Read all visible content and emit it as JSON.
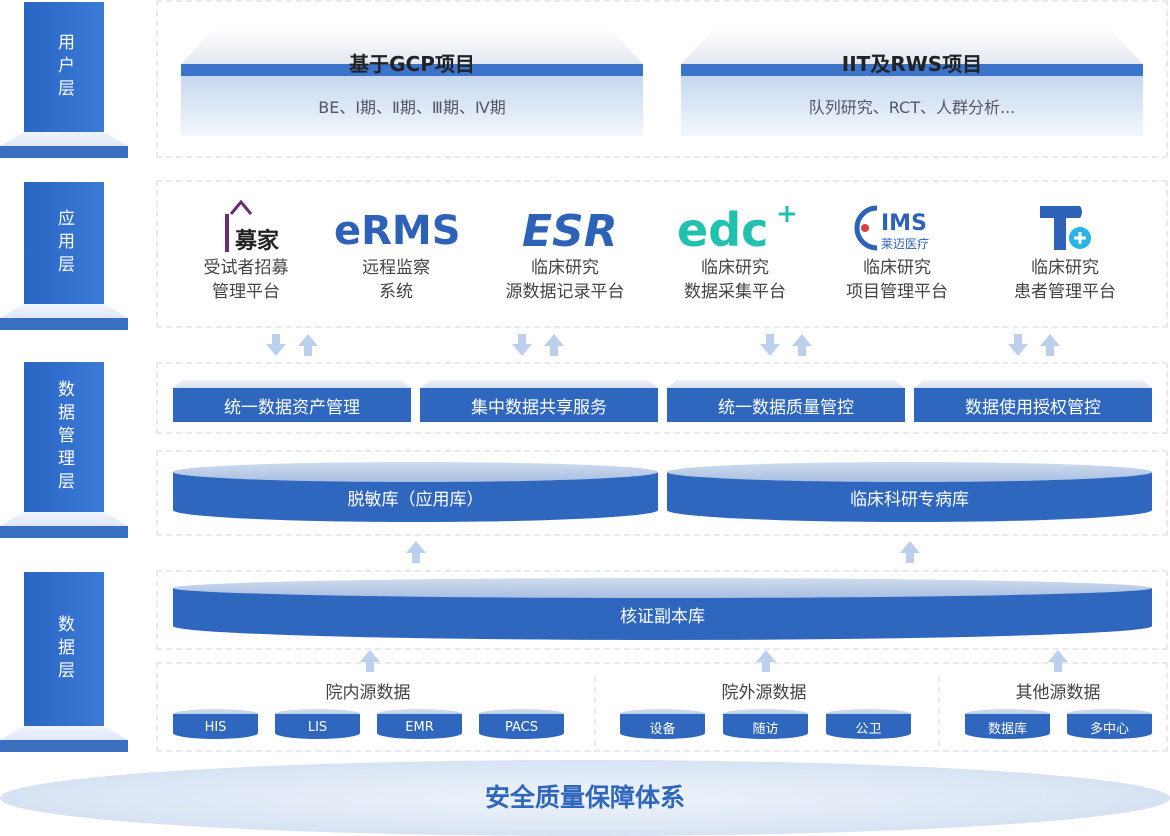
{
  "layers": {
    "user": "用户层",
    "app": "应用层",
    "data_mgmt": "数据管理层",
    "data": "数据层"
  },
  "user_layer": {
    "gcp": {
      "title": "基于GCP项目",
      "desc": "BE、Ⅰ期、Ⅱ期、Ⅲ期、Ⅳ期"
    },
    "iit": {
      "title": "IIT及RWS项目",
      "desc": "队列研究、RCT、人群分析..."
    }
  },
  "apps": [
    {
      "logo_icon": "mumu-logo-icon",
      "logo_text": "募家",
      "line1": "受试者招募",
      "line2": "管理平台"
    },
    {
      "logo_icon": "erms-logo-icon",
      "logo_text": "eRMS",
      "line1": "远程监察",
      "line2": "系统"
    },
    {
      "logo_icon": "esr-logo-icon",
      "logo_text": "ESR",
      "line1": "临床研究",
      "line2": "源数据记录平台"
    },
    {
      "logo_icon": "edc-logo-icon",
      "logo_text": "edc",
      "line1": "临床研究",
      "line2": "数据采集平台"
    },
    {
      "logo_icon": "cims-logo-icon",
      "logo_text": "IMS",
      "logo_sub": "莱迈医疗",
      "line1": "临床研究",
      "line2": "项目管理平台"
    },
    {
      "logo_icon": "tplus-logo-icon",
      "logo_text": "",
      "line1": "临床研究",
      "line2": "患者管理平台"
    }
  ],
  "mgmt": [
    "统一数据资产管理",
    "集中数据共享服务",
    "统一数据质量管控",
    "数据使用授权管控"
  ],
  "libraries": {
    "deid": "脱敏库（应用库）",
    "disease": "临床科研专病库",
    "core": "核证副本库"
  },
  "sources": {
    "inner": {
      "label": "院内源数据",
      "items": [
        "HIS",
        "LIS",
        "EMR",
        "PACS"
      ]
    },
    "outer": {
      "label": "院外源数据",
      "items": [
        "设备",
        "随访",
        "公卫"
      ]
    },
    "other": {
      "label": "其他源数据",
      "items": [
        "数据库",
        "多中心"
      ]
    }
  },
  "footer": "安全质量保障体系",
  "colors": {
    "primary": "#2f67bf",
    "accent": "#21c1b0"
  }
}
